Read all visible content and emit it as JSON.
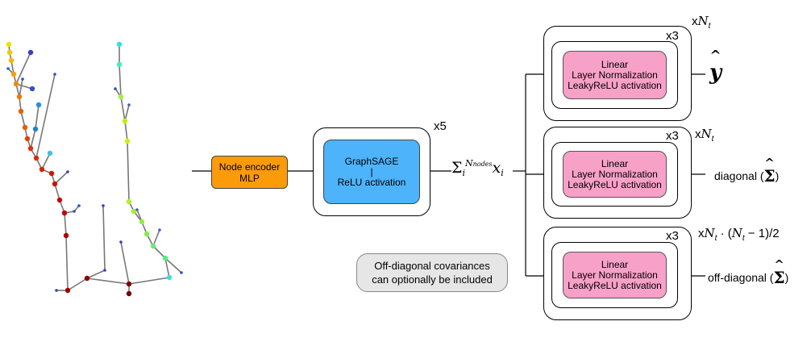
{
  "encoder": {
    "line1": "Node encoder",
    "line2": "MLP"
  },
  "gnn": {
    "line1": "GraphSAGE",
    "line2": "|",
    "line3": "ReLU activation",
    "repeat": "x5"
  },
  "aggregation": {
    "sigma": "Σ",
    "sub": "i",
    "sup": "N",
    "sup_sub": "nodes",
    "var": "x",
    "var_sub": "i"
  },
  "heads": [
    {
      "lines": [
        "Linear",
        "Layer Normalization",
        "LeakyReLU activation"
      ],
      "inner_repeat": "x3",
      "outer_x": "x",
      "outer_N": "N",
      "outer_sub": "t",
      "output": "y"
    },
    {
      "lines": [
        "Linear",
        "Layer Normalization",
        "LeakyReLU activation"
      ],
      "inner_repeat": "x3",
      "outer_x": "x",
      "outer_N": "N",
      "outer_sub": "t",
      "output_prefix": "diagonal (",
      "output_symbol": "Σ",
      "output_suffix": ")"
    },
    {
      "lines": [
        "Linear",
        "Layer Normalization",
        "LeakyReLU activation"
      ],
      "inner_repeat": "x3",
      "outer_x": "x",
      "outer_formula": "N",
      "outer_sub": "t",
      "outer_mid": " · (",
      "outer_N2": "N",
      "outer_sub2": "t",
      "outer_tail": " − 1)/2",
      "output_prefix": "off-diagonal (",
      "output_symbol": "Σ",
      "output_suffix": ")"
    }
  ],
  "note": {
    "line1": "Off-diagonal covariances",
    "line2": "can optionally be included"
  },
  "colors": {
    "encoder": "#fb9b08",
    "gnn": "#4db3fb",
    "head": "#f7a0c8",
    "note": "#e6e6e6"
  },
  "tree_icon": "merger-tree-graph"
}
